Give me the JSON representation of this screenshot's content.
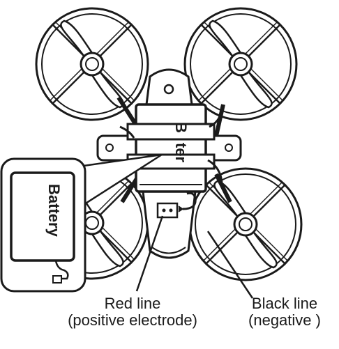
{
  "diagram": {
    "battery_inset_label": "Battery",
    "battery_body_label_part1": "B",
    "battery_body_label_part2": "ter",
    "red_line_label": "Red line",
    "red_line_sublabel": "(positive electrode)",
    "black_line_label": "Black line",
    "black_line_sublabel": "(negative )"
  },
  "colors": {
    "stroke": "#1a1a1a",
    "fill": "#ffffff",
    "shade": "#e6e6e6"
  }
}
